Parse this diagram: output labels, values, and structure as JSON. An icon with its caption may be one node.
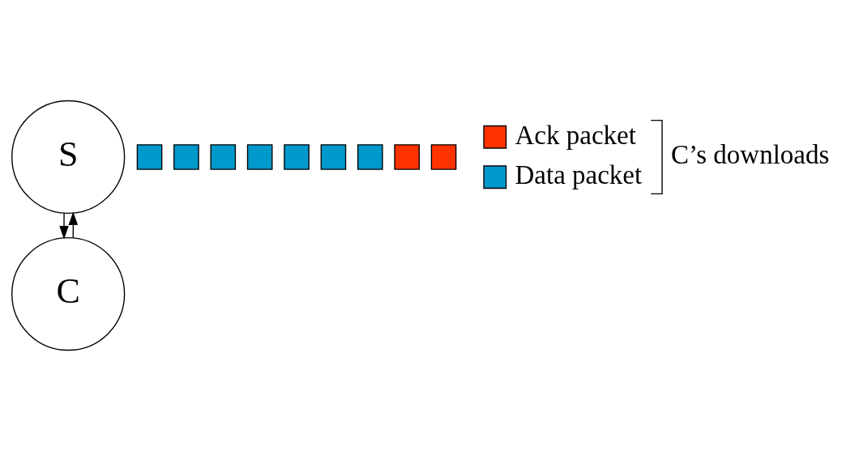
{
  "diagram": {
    "nodes": [
      {
        "text": [
          "S"
        ]
      },
      {
        "text": [
          "C"
        ]
      },
      {
        "text": [],
        "shape": "box"
      },
      {
        "text": [],
        "shape": "box"
      },
      {
        "text": [],
        "shape": "box"
      },
      {
        "text": [],
        "shape": "box"
      },
      {
        "text": [],
        "shape": "box"
      },
      {
        "text": [],
        "shape": "box"
      },
      {
        "text": [],
        "shape": "box"
      },
      {
        "text": [],
        "shape": "box"
      },
      {
        "text": [],
        "shape": "box"
      }
    ],
    "edges": [
      {
        "from": 0,
        "to": 1,
        "arrow": "to"
      },
      {
        "from": 1,
        "to": 0,
        "arrow": "to"
      }
    ],
    "labels": [
      "C’s downloads"
    ],
    "legend": [
      {
        "text": "Ack packet",
        "color": "#ff3300"
      },
      {
        "text": "Data packet",
        "color": "#0099cc"
      }
    ]
  }
}
